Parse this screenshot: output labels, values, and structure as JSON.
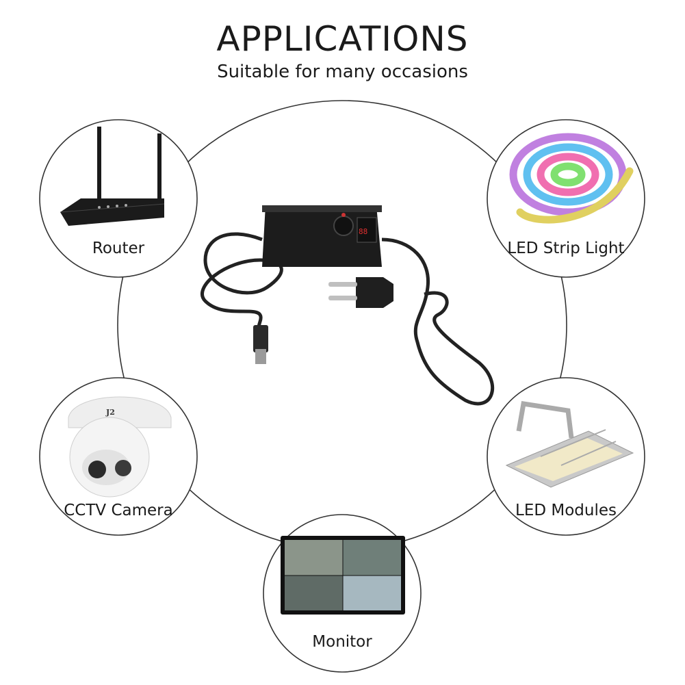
{
  "header": {
    "title": "APPLICATIONS",
    "subtitle": "Suitable for many occasions"
  },
  "applications": [
    {
      "label": "Router",
      "icon": "router-icon"
    },
    {
      "label": "LED Strip Light",
      "icon": "led-strip-icon"
    },
    {
      "label": "CCTV Camera",
      "icon": "cctv-camera-icon"
    },
    {
      "label": "LED Modules",
      "icon": "led-module-icon"
    },
    {
      "label": "Monitor",
      "icon": "monitor-icon"
    }
  ],
  "center": {
    "icon": "power-adapter-icon"
  },
  "colors": {
    "line": "#333333",
    "product": "#1c1c1c",
    "display": "#e23030"
  }
}
